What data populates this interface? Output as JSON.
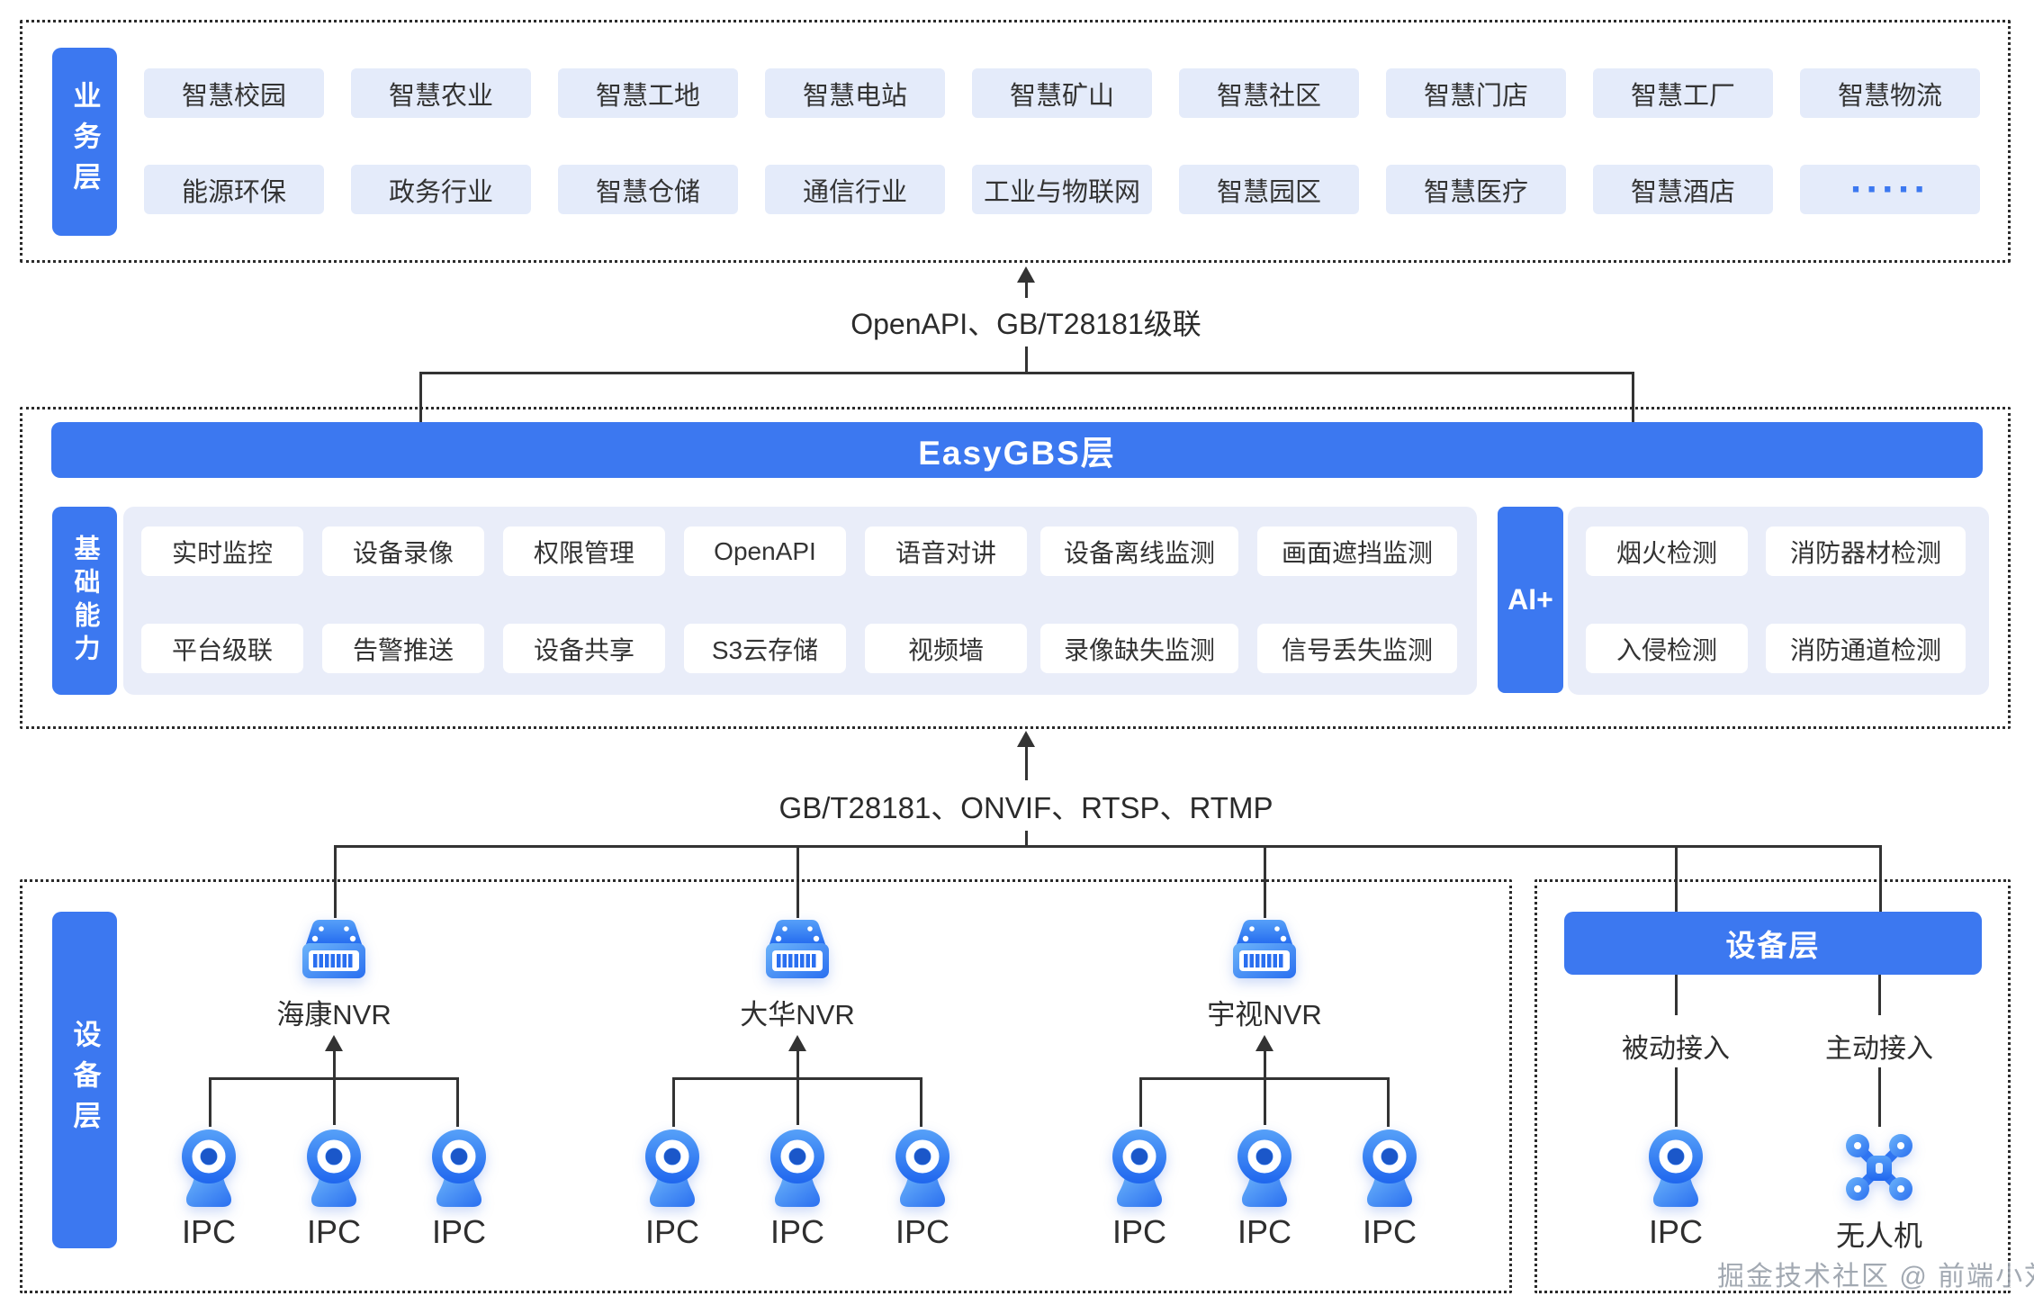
{
  "colors": {
    "accent": "#3c78f0",
    "chip_bg": "#e4ebfa",
    "panel_bg": "#e9edf9",
    "line": "#333333",
    "dash_border": "#2b2b2b"
  },
  "business_layer": {
    "label": "业务层",
    "row1": [
      "智慧校园",
      "智慧农业",
      "智慧工地",
      "智慧电站",
      "智慧矿山",
      "智慧社区",
      "智慧门店",
      "智慧工厂",
      "智慧物流"
    ],
    "row2": [
      "能源环保",
      "政务行业",
      "智慧仓储",
      "通信行业",
      "工业与物联网",
      "智慧园区",
      "智慧医疗",
      "智慧酒店",
      "·····"
    ]
  },
  "link_top": {
    "label": "OpenAPI、GB/T28181级联"
  },
  "platform_layer": {
    "banner": "EasyGBS层",
    "base_label": "基础能力",
    "base_row1": [
      "实时监控",
      "设备录像",
      "权限管理",
      "OpenAPI",
      "语音对讲",
      "设备离线监测",
      "画面遮挡监测"
    ],
    "base_row2": [
      "平台级联",
      "告警推送",
      "设备共享",
      "S3云存储",
      "视频墙",
      "录像缺失监测",
      "信号丢失监测"
    ],
    "ai_label": "AI+",
    "ai_row1": [
      "烟火检测",
      "消防器材检测"
    ],
    "ai_row2": [
      "入侵检测",
      "消防通道检测"
    ]
  },
  "link_bottom": {
    "label": "GB/T28181、ONVIF、RTSP、RTMP"
  },
  "device_layer": {
    "label": "设备层",
    "nvr_groups": [
      {
        "name": "海康NVR",
        "ipcs": [
          "IPC",
          "IPC",
          "IPC"
        ]
      },
      {
        "name": "大华NVR",
        "ipcs": [
          "IPC",
          "IPC",
          "IPC"
        ]
      },
      {
        "name": "宇视NVR",
        "ipcs": [
          "IPC",
          "IPC",
          "IPC"
        ]
      }
    ],
    "right": {
      "banner": "设备层",
      "passive": "被动接入",
      "active": "主动接入",
      "ipc_label": "IPC",
      "drone_label": "无人机"
    }
  },
  "watermark": "掘金技术社区 @ 前端小刘哥"
}
